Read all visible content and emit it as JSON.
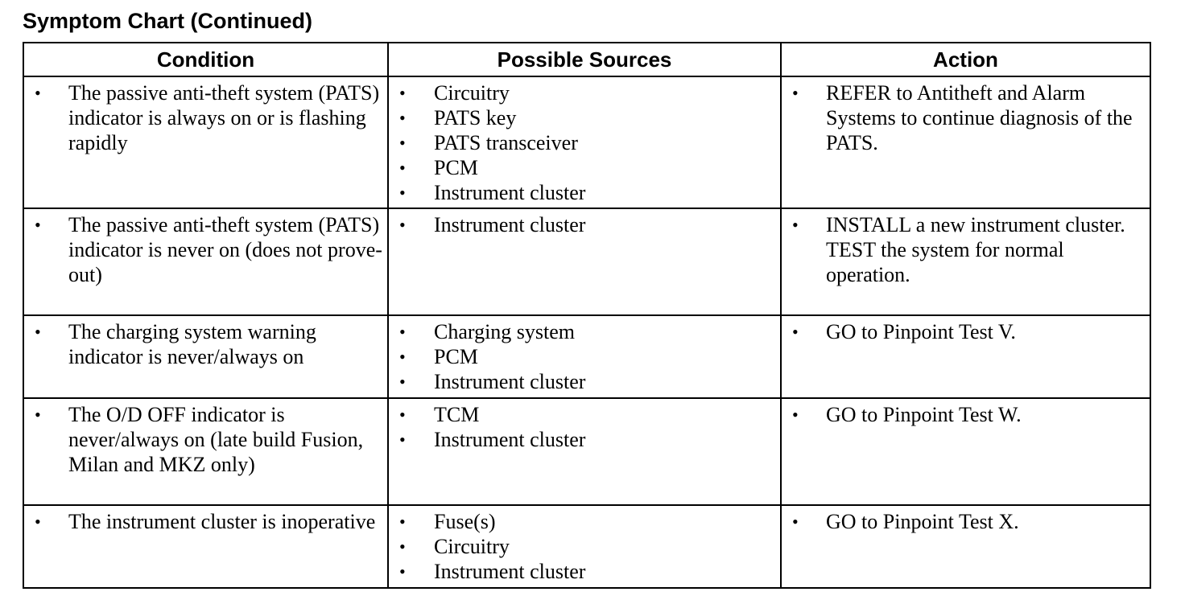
{
  "title": "Symptom Chart (Continued)",
  "headers": {
    "condition": "Condition",
    "sources": "Possible Sources",
    "action": "Action"
  },
  "bullet_char": "•",
  "rows": [
    {
      "condition": "The passive anti-theft system (PATS) indicator is always on or is flashing rapidly",
      "sources": [
        "Circuitry",
        "PATS key",
        "PATS transceiver",
        "PCM",
        "Instrument cluster"
      ],
      "action": "REFER to Antitheft and Alarm Systems to continue diagnosis of the PATS."
    },
    {
      "condition": "The passive anti-theft system (PATS) indicator is never on (does not prove-out)",
      "sources": [
        "Instrument cluster"
      ],
      "action": "INSTALL a new instrument cluster. TEST the system for normal operation."
    },
    {
      "condition": "The charging system warning indicator is never/always on",
      "sources": [
        "Charging system",
        "PCM",
        "Instrument cluster"
      ],
      "action": "GO to Pinpoint Test V."
    },
    {
      "condition": "The O/D OFF indicator is never/always on (late build Fusion, Milan and MKZ only)",
      "sources": [
        "TCM",
        "Instrument cluster"
      ],
      "action": "GO to Pinpoint Test W."
    },
    {
      "condition": "The instrument cluster is inoperative",
      "sources": [
        "Fuse(s)",
        "Circuitry",
        "Instrument cluster"
      ],
      "action": "GO to Pinpoint Test X."
    }
  ]
}
